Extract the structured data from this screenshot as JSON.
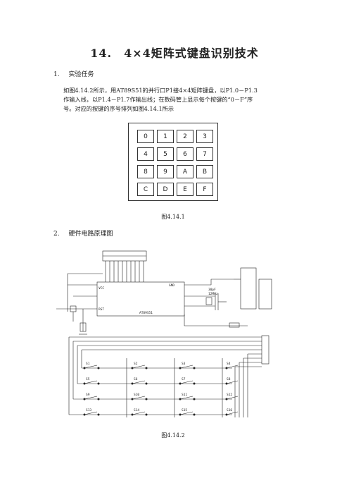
{
  "title": "14.　4×4矩阵式键盘识别技术",
  "section1": {
    "num": "1.",
    "heading": "实验任务"
  },
  "paragraph": [
    "如图4.14.2所示，用AT89S51的并行口P1接4×4矩阵键盘，以P1.0－P1.3",
    "作输入线，以P1.4－P1.7作输出线；在数码管上显示每个按键的“0－F”序",
    "号。对应的按键的序号排列如图4.14.1所示"
  ],
  "keys": [
    "0",
    "1",
    "2",
    "3",
    "4",
    "5",
    "6",
    "7",
    "8",
    "9",
    "A",
    "B",
    "C",
    "D",
    "E",
    "F"
  ],
  "fig1_caption": "图4.14.1",
  "section2": {
    "num": "2.",
    "heading": "硬件电路原理图"
  },
  "fig2_caption": "图4.14.2",
  "schematic": {
    "mcu_label": "AT89S51",
    "crystal_label": "12MHz",
    "cap_label": "30pF",
    "vcc_label": "VCC",
    "gnd_label": "GND",
    "rst_label": "RST",
    "switch_labels": [
      "S1",
      "S2",
      "S3",
      "S4",
      "S5",
      "S6",
      "S7",
      "S8",
      "S9",
      "S10",
      "S11",
      "S12",
      "S13",
      "S14",
      "S15",
      "S16"
    ]
  }
}
